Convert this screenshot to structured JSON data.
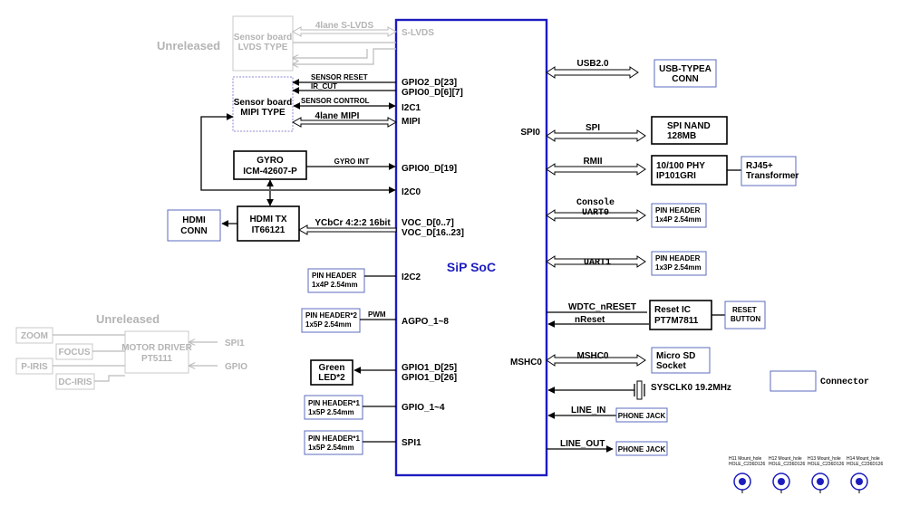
{
  "soc": {
    "title": "SiP SoC"
  },
  "left_pins": {
    "s_lvds": "S-LVDS",
    "gpio2": "GPIO2_D[23]",
    "gpio0_67": "GPIO0_D[6][7]",
    "i2c1": "I2C1",
    "mipi": "MIPI",
    "gpio0_19": "GPIO0_D[19]",
    "i2c0": "I2C0",
    "voc1": "VOC_D[0..7]",
    "voc2": "VOC_D[16..23]",
    "i2c2": "I2C2",
    "agpo": "AGPO_1~8",
    "gpio1_25": "GPIO1_D[25]",
    "gpio1_26": "GPIO1_D[26]",
    "gpio14": "GPIO_1~4",
    "spi1": "SPI1"
  },
  "right_pins": {
    "spi0": "SPI0",
    "mshc0": "MSHC0"
  },
  "signals": {
    "lvds4": "4lane S-LVDS",
    "sensor_reset": "SENSOR RESET",
    "ir_cut": "IR_CUT",
    "sensor_control": "SENSOR CONTROL",
    "mipi4": "4lane MIPI",
    "gyro_int": "GYRO INT",
    "ycbcr": "YCbCr 4:2:2 16bit",
    "pwm": "PWM",
    "usb": "USB2.0",
    "spi": "SPI",
    "rmii": "RMII",
    "console": "Console",
    "uart0": "UART0",
    "uart1": "UART1",
    "wdtc": "WDTC_nRESET",
    "nreset": "nReset",
    "mshc": "MSHC0",
    "sysclk": "SYSCLK0 19.2MHz",
    "line_in": "LINE_IN",
    "line_out": "LINE_OUT",
    "spi1_g": "SPI1",
    "gpio_g": "GPIO"
  },
  "blocks": {
    "sensor_lvds": [
      "Sensor board",
      "LVDS TYPE"
    ],
    "sensor_mipi": [
      "Sensor board",
      "MIPI TYPE"
    ],
    "gyro": [
      "GYRO",
      "ICM-42607-P"
    ],
    "hdmi_tx": [
      "HDMI TX",
      "IT66121"
    ],
    "hdmi_conn": [
      "HDMI",
      "CONN"
    ],
    "ph_i2c2": [
      "PIN HEADER",
      "1x4P 2.54mm"
    ],
    "ph_agpo": [
      "PIN HEADER*2",
      "1x5P 2.54mm"
    ],
    "led": [
      "Green",
      "LED*2"
    ],
    "ph_gpio": [
      "PIN HEADER*1",
      "1x5P 2.54mm"
    ],
    "ph_spi1": [
      "PIN HEADER*1",
      "1x5P 2.54mm"
    ],
    "usb_conn": [
      "USB-TYPEA",
      "CONN"
    ],
    "spi_nand": [
      "SPI NAND",
      "128MB"
    ],
    "phy": [
      "10/100 PHY",
      "IP101GRI"
    ],
    "rj45": [
      "RJ45+",
      "Transformer"
    ],
    "ph_uart0": [
      "PIN HEADER",
      "1x4P 2.54mm"
    ],
    "ph_uart1": [
      "PIN HEADER",
      "1x3P 2.54mm"
    ],
    "reset_ic": [
      "Reset IC",
      "PT7M7811"
    ],
    "reset_btn": [
      "RESET",
      "BUTTON"
    ],
    "sd": [
      "Micro SD",
      "Socket"
    ],
    "phone_in": "PHONE JACK",
    "phone_out": "PHONE JACK"
  },
  "unreleased": {
    "top": "Unreleased",
    "bottom": "Unreleased",
    "zoom": "ZOOM",
    "focus": "FOCUS",
    "piris": "P-IRIS",
    "dciris": "DC-IRIS",
    "motor": [
      "MOTOR DRIVER",
      "PT5111"
    ]
  },
  "legend": {
    "connector": "Connector"
  },
  "mount_holes": [
    {
      "name": "H11",
      "line1": "H11  Mount_hole",
      "line2": "HOLE_C236D126"
    },
    {
      "name": "H12",
      "line1": "H12  Mount_hole",
      "line2": "HOLE_C236D126"
    },
    {
      "name": "H13",
      "line1": "H13  Mount_hole",
      "line2": "HOLE_C236D126"
    },
    {
      "name": "H14",
      "line1": "H14  Mount_hole",
      "line2": "HOLE_C236D126"
    }
  ],
  "colors": {
    "soc_border": "#1c1cbf",
    "connector_border": "#5b6bbf",
    "unreleased": "#b4b4b4"
  }
}
